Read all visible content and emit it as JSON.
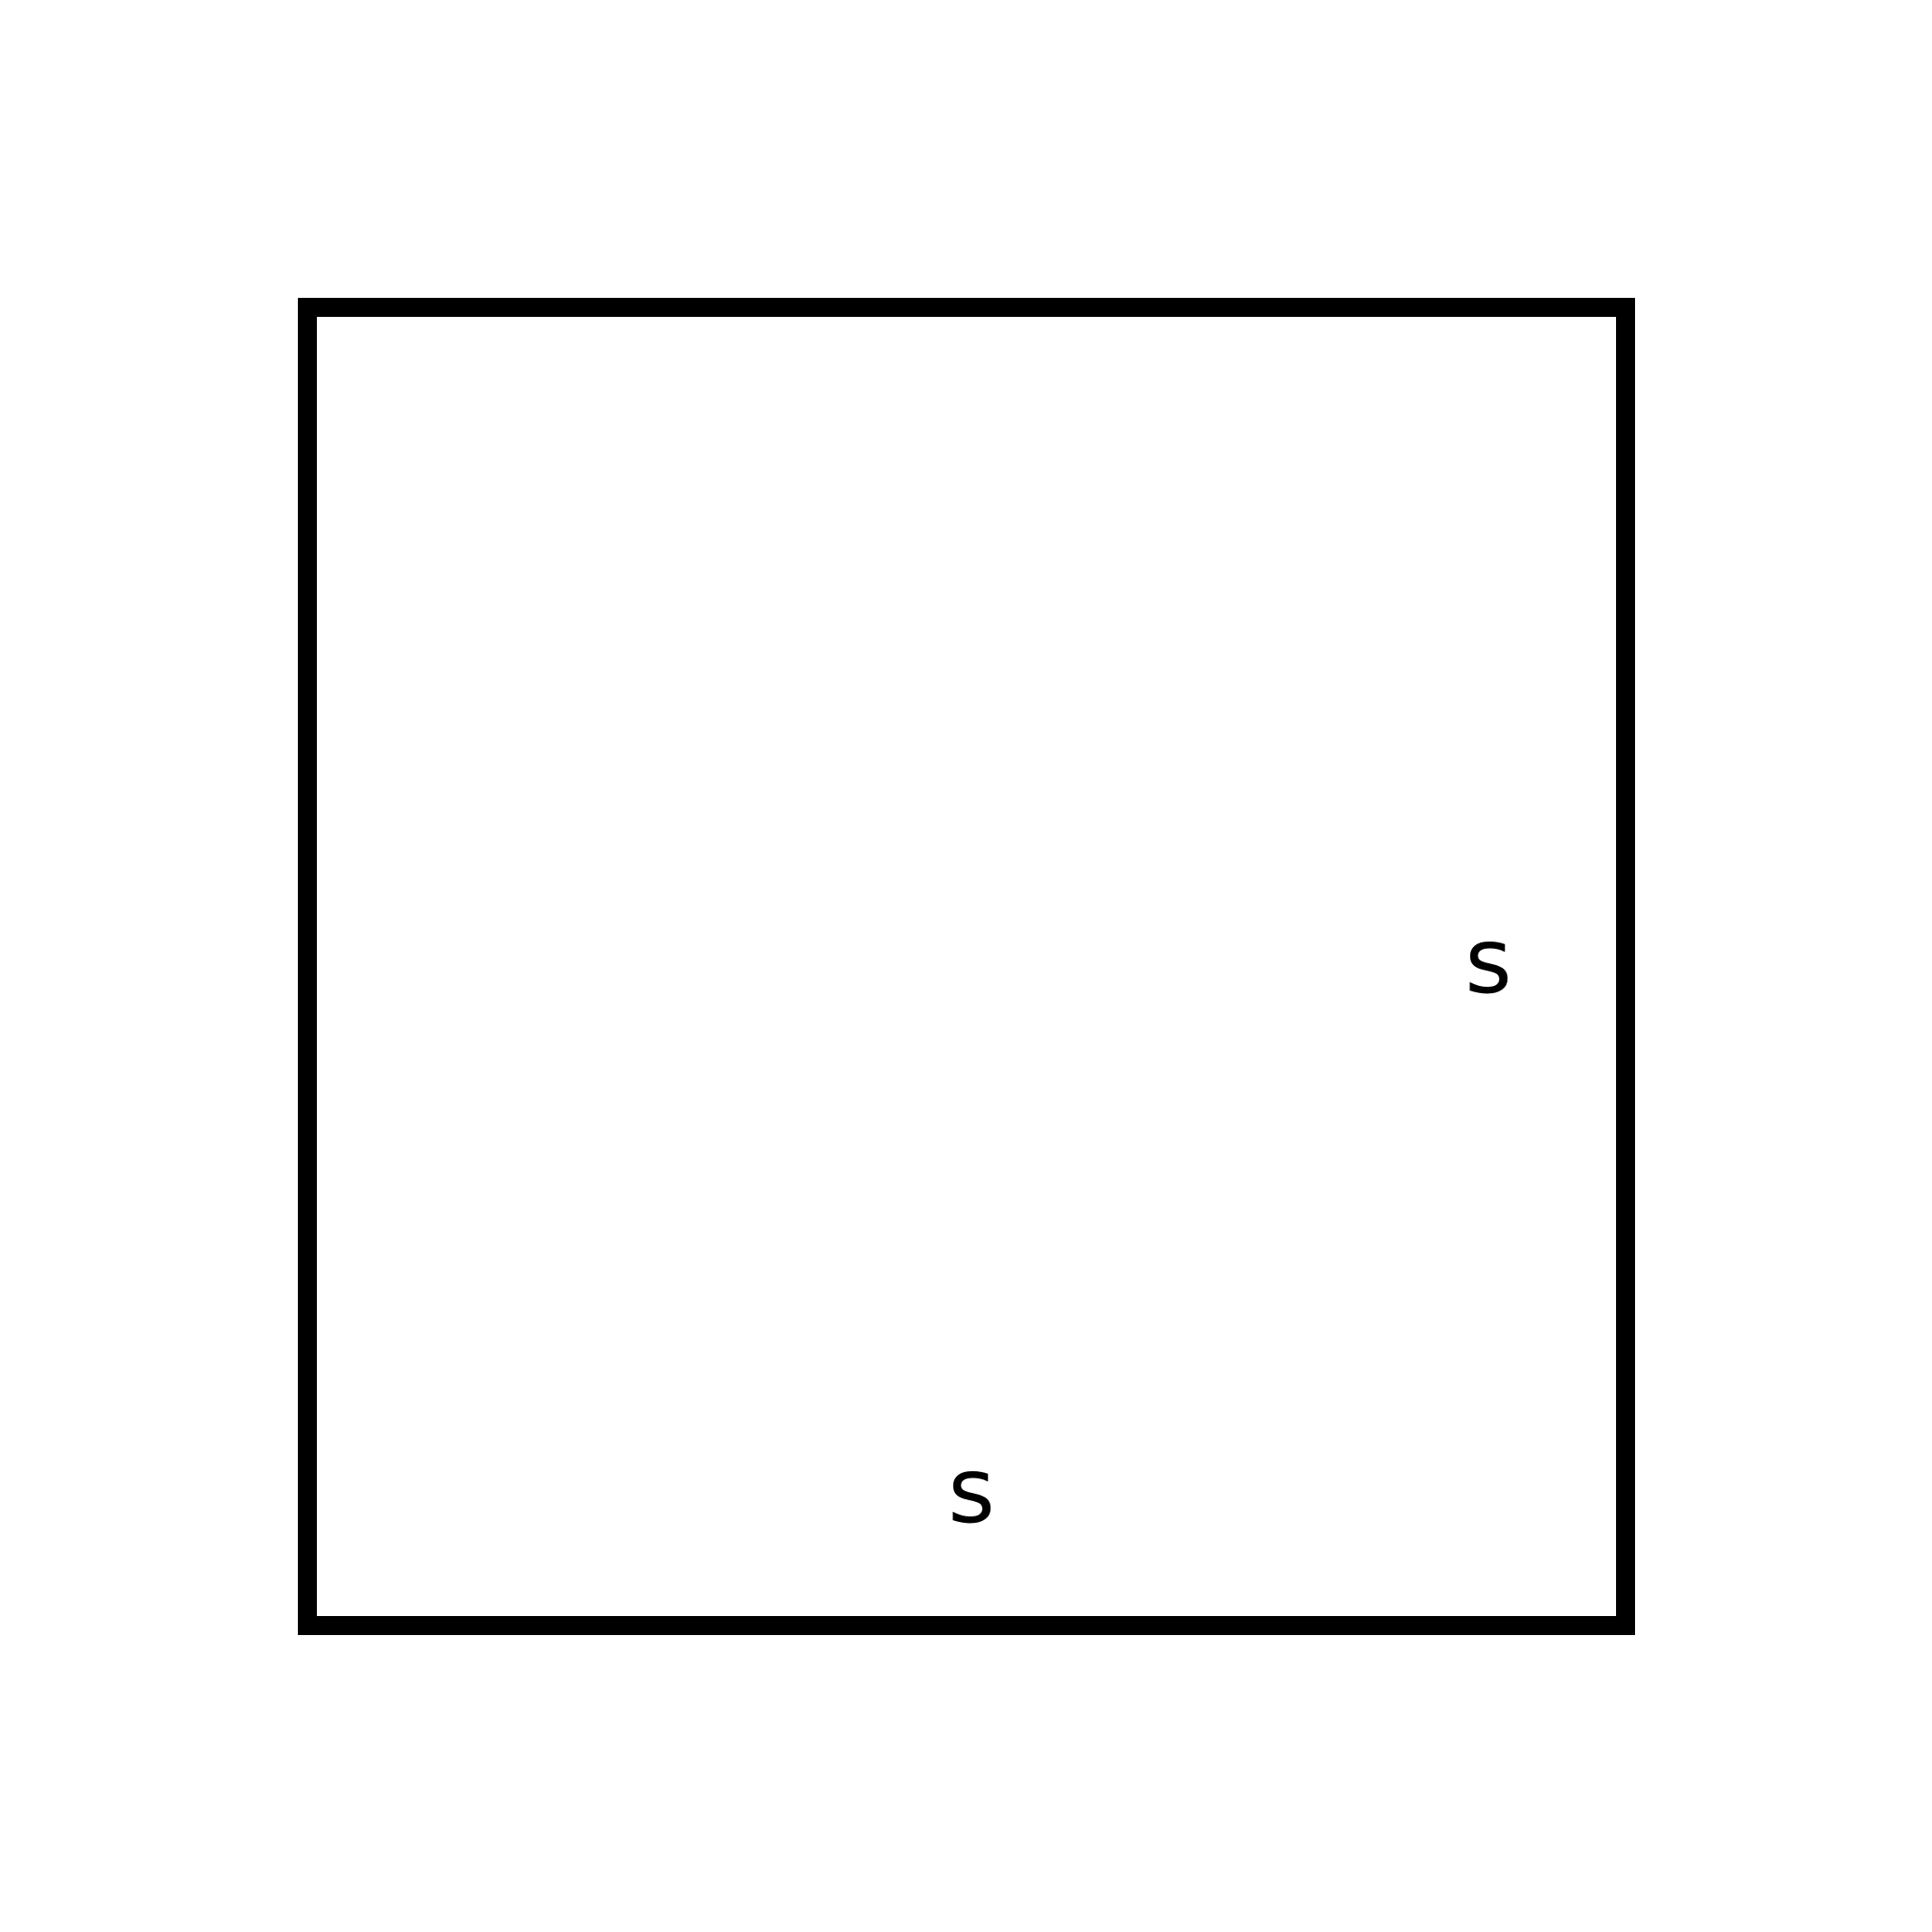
{
  "diagram": {
    "shape": "square",
    "stroke_color": "#000000",
    "background_color": "#ffffff",
    "labels": {
      "right_side": "s",
      "bottom_side": "s"
    }
  }
}
